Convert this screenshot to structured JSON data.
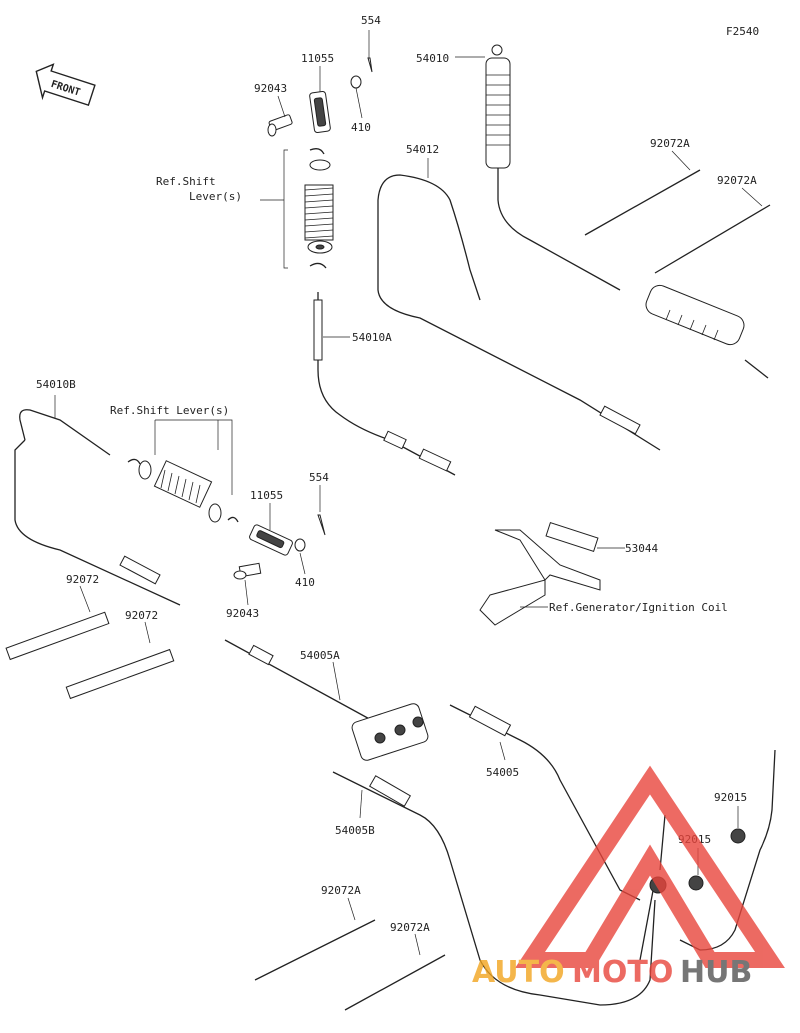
{
  "figure_code": "F2540",
  "front_label": "FRONT",
  "labels": {
    "p554_top": "554",
    "p11055_top": "11055",
    "p92043_top": "92043",
    "p410_top": "410",
    "p54010": "54010",
    "p54012": "54012",
    "p92072A_1": "92072A",
    "p92072A_2": "92072A",
    "ref_shift_lever_top": "Ref.Shift\nLever(s)",
    "p54010A": "54010A",
    "p54010B": "54010B",
    "ref_shift_lever_mid": "Ref.Shift Lever(s)",
    "p554_mid": "554",
    "p11055_mid": "11055",
    "p410_mid": "410",
    "p92043_mid": "92043",
    "p92072_1": "92072",
    "p92072_2": "92072",
    "p53044": "53044",
    "ref_generator": "Ref.Generator/Ignition Coil",
    "p54005A": "54005A",
    "p54005": "54005",
    "p54005B": "54005B",
    "p92015_1": "92015",
    "p92015_2": "92015",
    "p92072A_3": "92072A",
    "p92072A_4": "92072A"
  },
  "watermark": {
    "part1": "AUTO",
    "part2": "MOTO",
    "part3": "HUB",
    "color_orange": "#f2a51f",
    "color_red": "#e8453c",
    "color_gray": "#555555"
  }
}
